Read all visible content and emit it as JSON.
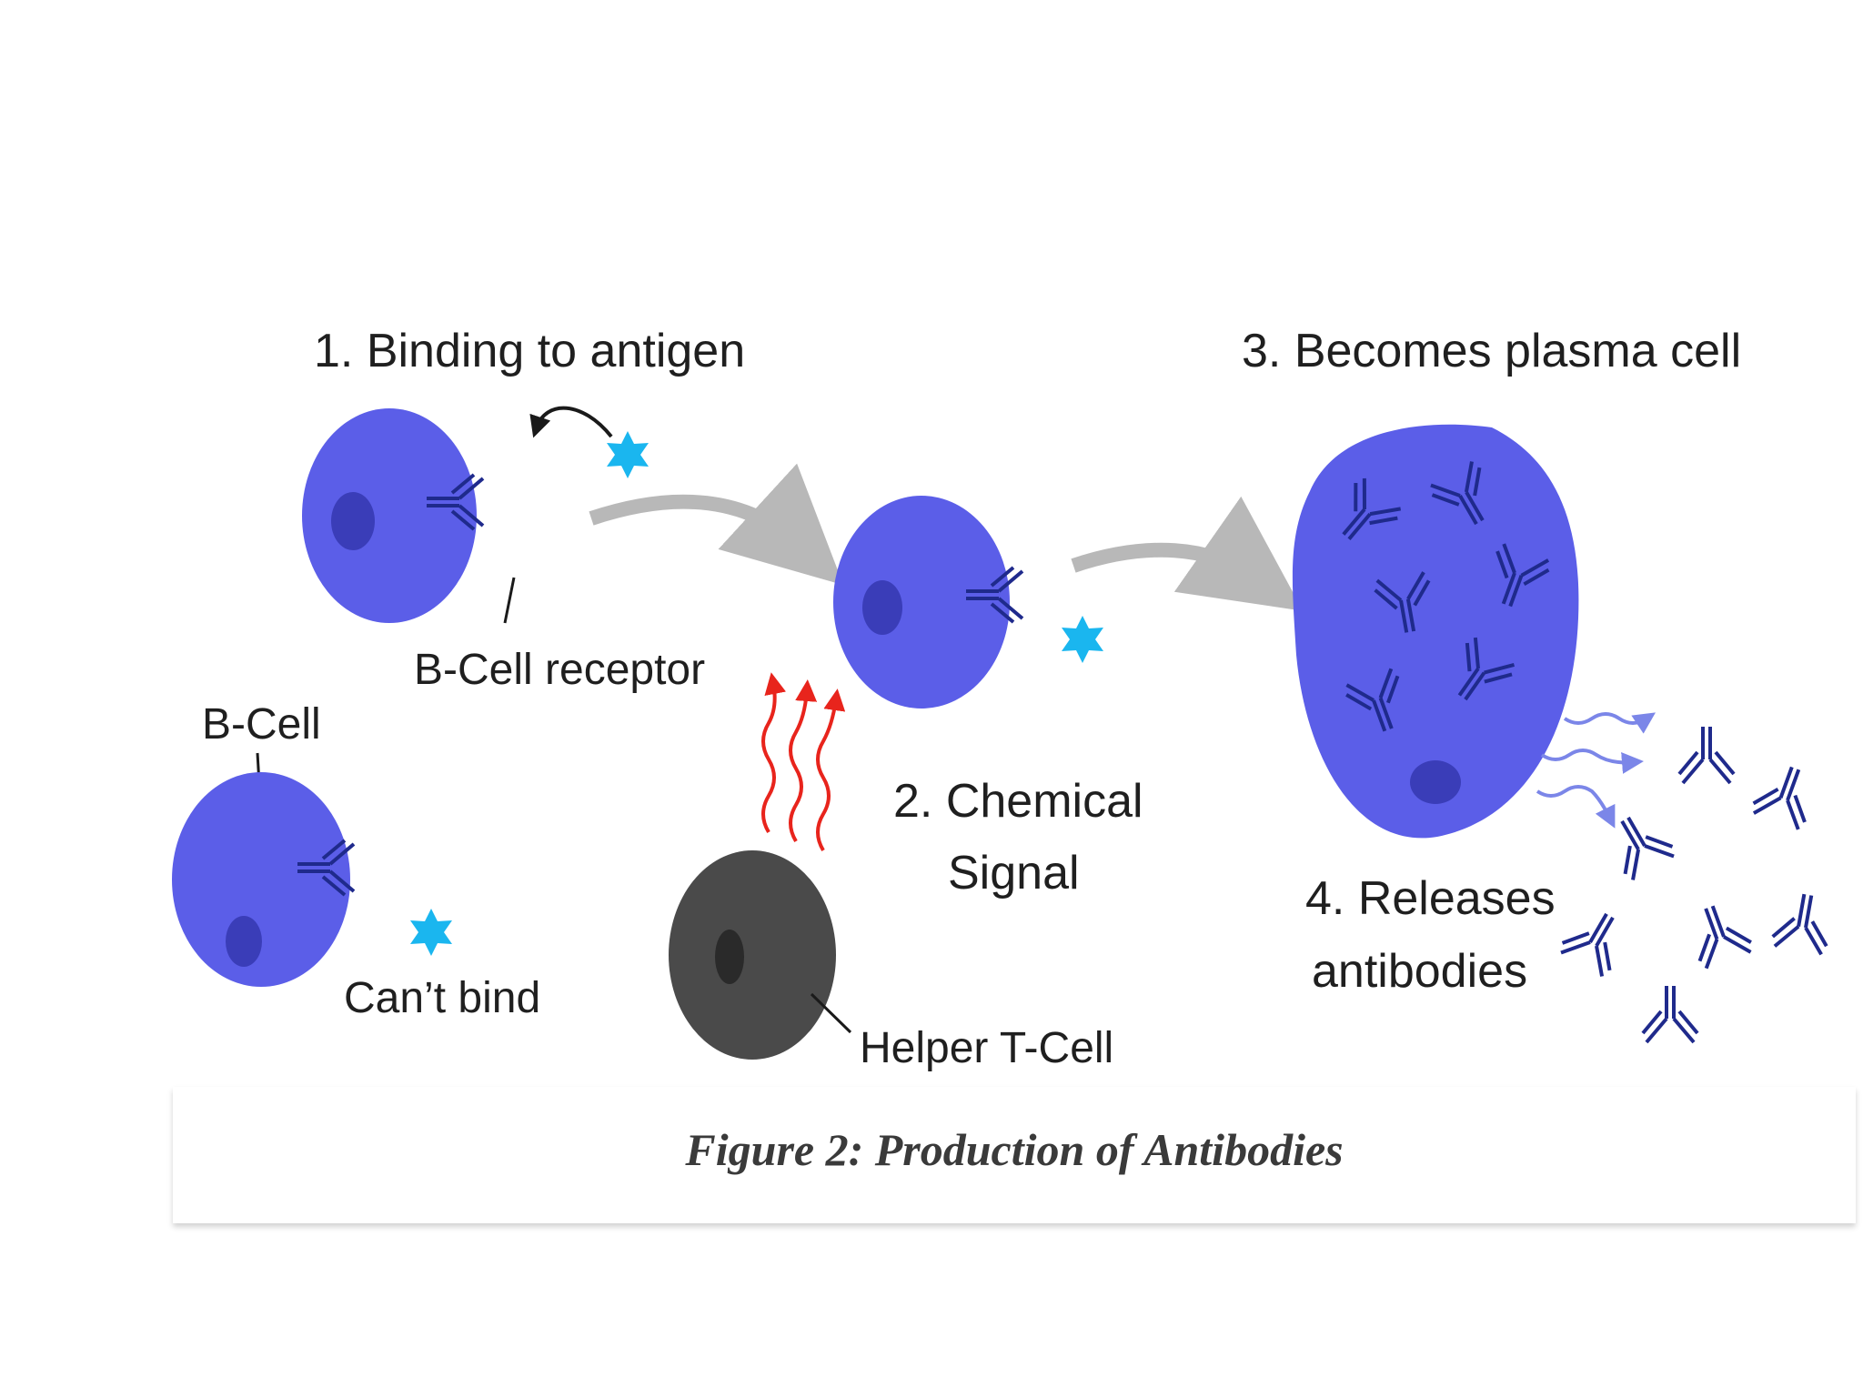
{
  "figure": {
    "caption": "Figure 2: Production of Antibodies"
  },
  "labels": {
    "step1": "1. Binding to antigen",
    "bcell_receptor": "B-Cell receptor",
    "bcell": "B-Cell",
    "cant_bind": "Can’t bind",
    "step2_line1": "2. Chemical",
    "step2_line2": "Signal",
    "helper_tcell": "Helper T-Cell",
    "step3": "3. Becomes plasma cell",
    "step4_line1": "4. Releases",
    "step4_line2": "antibodies"
  },
  "colors": {
    "cell_fill": "#5b5ee8",
    "nucleus": "#3a3db8",
    "antibody": "#1f2a8c",
    "antigen": "#1ab6ef",
    "flow_arrow": "#b8b8b8",
    "signal": "#e8241c",
    "tcell": "#4a4a4a",
    "release_arrow": "#7b86e8"
  }
}
